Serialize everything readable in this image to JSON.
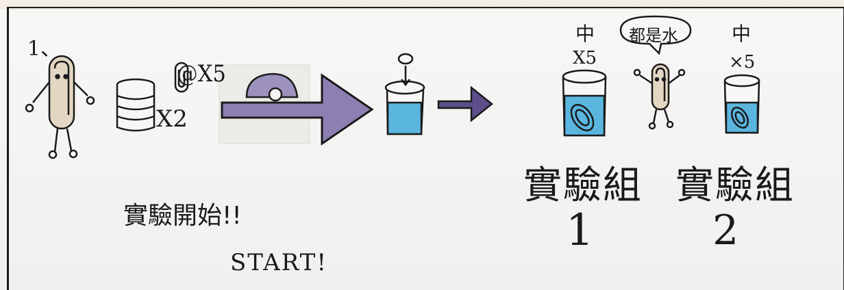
{
  "drawing": {
    "step_number": "1、",
    "clip_count": "@X5",
    "cup_count": "X2",
    "cup1_size": "中",
    "cup1_count": "X5",
    "speech_bubble": "都是水",
    "cup2_size": "中",
    "cup2_count": "×5",
    "group1_title": "實驗組",
    "group1_number": "1",
    "group2_title": "實驗組",
    "group2_number": "2",
    "start_zh": "實驗開始!!",
    "start_en": "START!"
  },
  "colors": {
    "ink": "#1a1a1a",
    "arrow_purple": "#8e7fb3",
    "arrow_purple_dark": "#5d4f8a",
    "water_blue": "#5ab6df",
    "clip_body": "#e3d6c3"
  }
}
